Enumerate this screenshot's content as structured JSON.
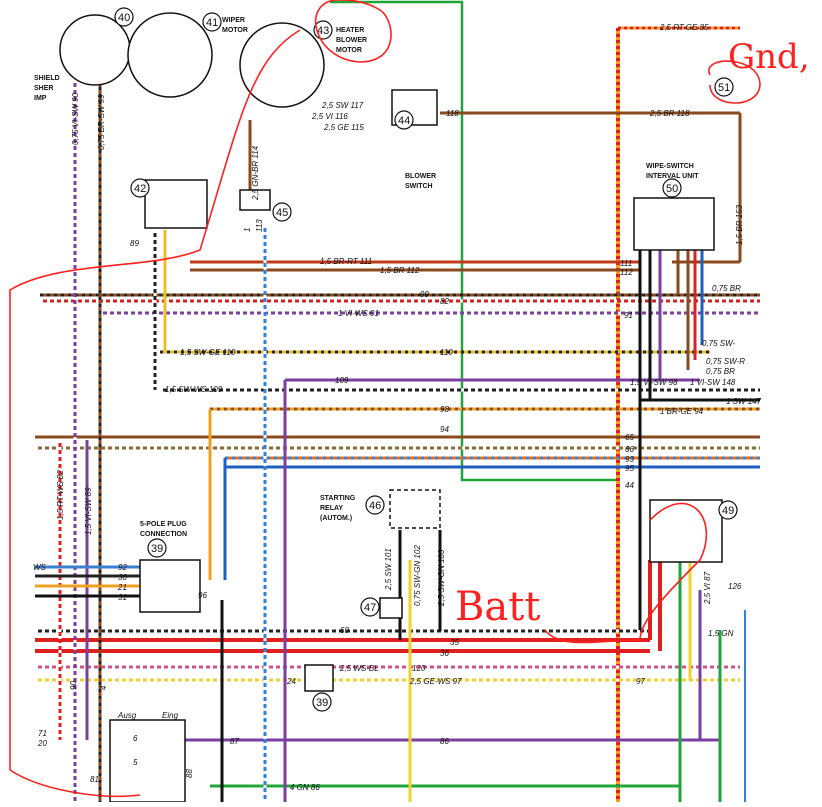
{
  "diagram": {
    "components": [
      {
        "id": "c40",
        "num": "40",
        "lines": [
          "SHIELD",
          "SHER",
          "IMP"
        ]
      },
      {
        "id": "c41",
        "num": "41",
        "lines": [
          "WIPER",
          "MOTOR"
        ]
      },
      {
        "id": "c43",
        "num": "43",
        "lines": [
          "HEATER",
          "BLOWER",
          "MOTOR"
        ]
      },
      {
        "id": "c44",
        "num": "44",
        "lines": [
          "BLOWER",
          "SWITCH"
        ]
      },
      {
        "id": "c42",
        "num": "42",
        "lines": []
      },
      {
        "id": "c45",
        "num": "45",
        "lines": []
      },
      {
        "id": "c50",
        "num": "50",
        "lines": [
          "WIPE-SWITCH",
          "INTERVAL UNIT"
        ]
      },
      {
        "id": "c51",
        "num": "51",
        "lines": []
      },
      {
        "id": "c46",
        "num": "46",
        "lines": [
          "STARTING",
          "RELAY",
          "(AUTOM.)"
        ]
      },
      {
        "id": "c39a",
        "num": "39",
        "lines": [
          "5-POLE PLUG",
          "CONNECTION"
        ]
      },
      {
        "id": "c47",
        "num": "47",
        "lines": []
      },
      {
        "id": "c39b",
        "num": "39",
        "lines": []
      },
      {
        "id": "c49",
        "num": "49",
        "lines": []
      }
    ],
    "wire_labels": [
      "2,5 RT-GE 85",
      "2,5 SW 117",
      "2,5 VI 116",
      "2,5 GE 115",
      "2,5 BR 118",
      "118",
      "1,5 BR-RT 111",
      "1,5 BR 112",
      "111",
      "112",
      "99",
      "82",
      "1 VI-WS 91",
      "91",
      "1,5 SW-GE 110",
      "110",
      "1,5 SW-WS 109",
      "109",
      "1,5 VI-SW 98",
      "98",
      "94",
      "65",
      "66",
      "93",
      "95",
      "44",
      "0,75 BR",
      "0,75 SW-",
      "0,75 SW-R",
      "0,75 BR",
      "1 VI-SW 148",
      "1 SW 147",
      "1 BR-GE 94",
      "60",
      "35",
      "36",
      "120",
      "97",
      "2,5 WS-BL",
      "2,5 GE-WS 97",
      "87",
      "86",
      "4 GN 86",
      "126",
      "1,5 GN",
      "2,5 VI 87",
      "1,5 BR 153",
      "0,75 VI-SW 90",
      "0,75 BR-SW 99",
      "2,5 GN-BR 114",
      "1,5 RT-WS 82",
      "1,5 VI-SW 89",
      "2,5 SW 101",
      "0,75 SW-GN 102",
      "2,5 SW-GN 103",
      "71",
      "20",
      "81",
      "90",
      "88",
      "89",
      "92",
      "30",
      "21",
      "31",
      "96",
      "Ausg",
      "Eing",
      "6",
      "5",
      "WS",
      "24",
      "4",
      "113",
      "1"
    ],
    "annotations": [
      "Gnd,",
      "Batt"
    ]
  }
}
